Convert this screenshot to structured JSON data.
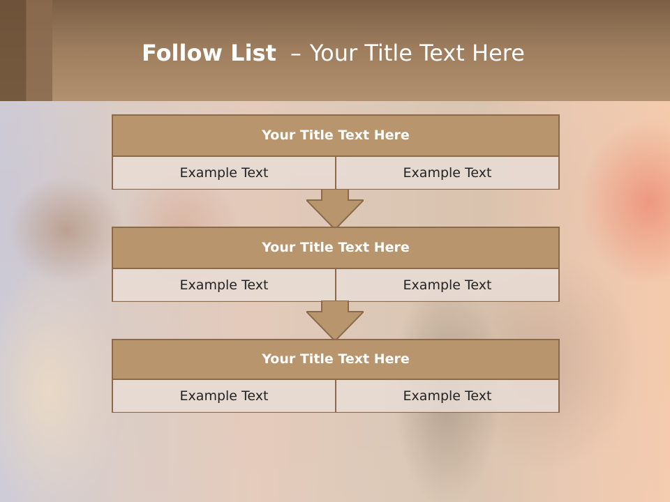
{
  "slide": {
    "title_bold": "Follow List",
    "title_dash": "–",
    "title_rest": "Your Title Text Here",
    "colors": {
      "header": "#9e7e5e",
      "block_head": "#b8956d",
      "block_border": "#8b6a4a",
      "cell_bg": "#e8dcd5",
      "arrow": "#b8956d"
    }
  },
  "steps": [
    {
      "title": "Your Title Text Here",
      "left": "Example Text",
      "right": "Example Text"
    },
    {
      "title": "Your Title Text Here",
      "left": "Example Text",
      "right": "Example Text"
    },
    {
      "title": "Your Title Text Here",
      "left": "Example Text",
      "right": "Example Text"
    }
  ],
  "arrows": [
    {
      "icon": "down-arrow-icon"
    },
    {
      "icon": "down-arrow-icon"
    }
  ]
}
